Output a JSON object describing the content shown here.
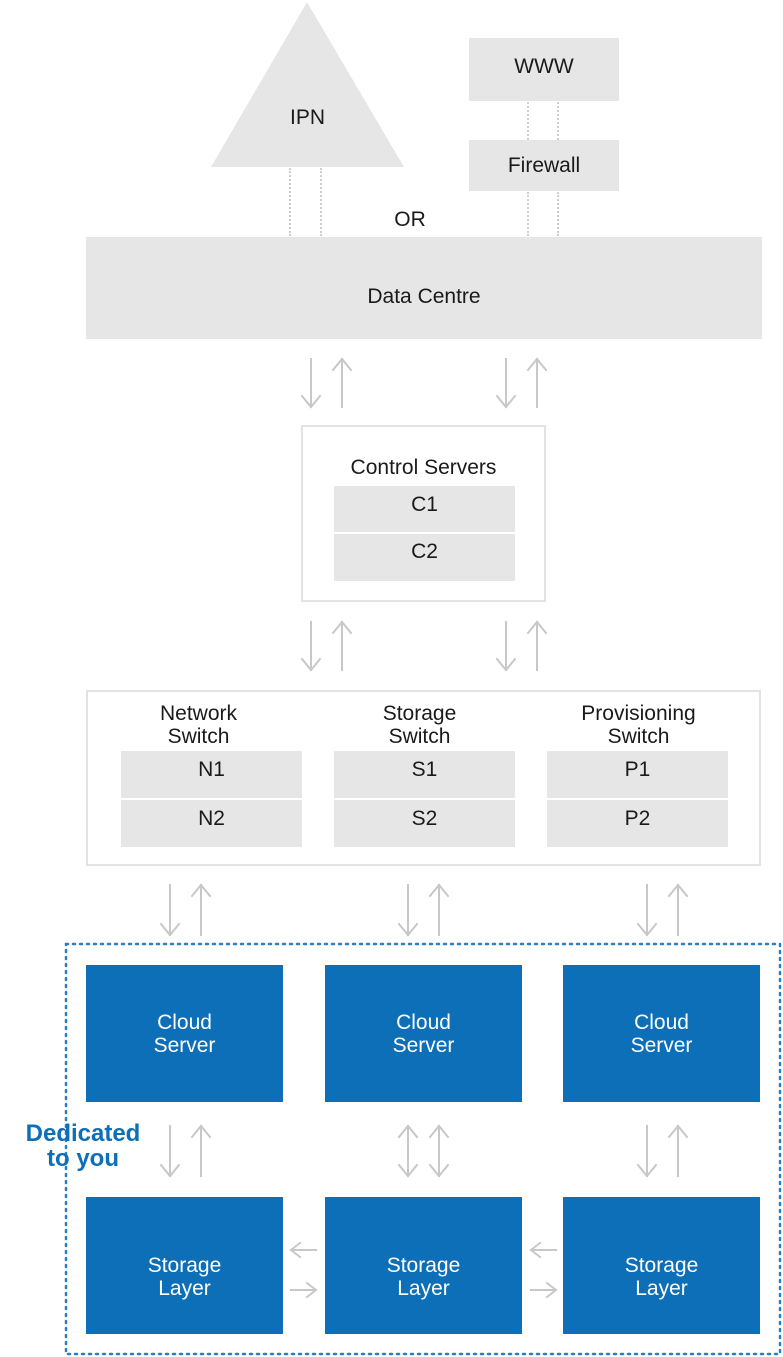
{
  "top": {
    "ipn_label": "IPN",
    "www_label": "WWW",
    "firewall_label": "Firewall",
    "or_label": "OR"
  },
  "data_centre": {
    "label": "Data Centre"
  },
  "control_servers": {
    "title": "Control Servers",
    "items": [
      "C1",
      "C2"
    ]
  },
  "switches": [
    {
      "title_line1": "Network",
      "title_line2": "Switch",
      "items": [
        "N1",
        "N2"
      ]
    },
    {
      "title_line1": "Storage",
      "title_line2": "Switch",
      "items": [
        "S1",
        "S2"
      ]
    },
    {
      "title_line1": "Provisioning",
      "title_line2": "Switch",
      "items": [
        "P1",
        "P2"
      ]
    }
  ],
  "dedicated": {
    "label_line1": "Dedicated",
    "label_line2": "to you",
    "cloud_servers": [
      {
        "line1": "Cloud",
        "line2": "Server"
      },
      {
        "line1": "Cloud",
        "line2": "Server"
      },
      {
        "line1": "Cloud",
        "line2": "Server"
      }
    ],
    "storage_layers": [
      {
        "line1": "Storage",
        "line2": "Layer"
      },
      {
        "line1": "Storage",
        "line2": "Layer"
      },
      {
        "line1": "Storage",
        "line2": "Layer"
      }
    ]
  },
  "colors": {
    "accent_blue": "#0d6fb8",
    "box_grey": "#e6e6e6",
    "arrow_grey": "#c8c8c8"
  }
}
